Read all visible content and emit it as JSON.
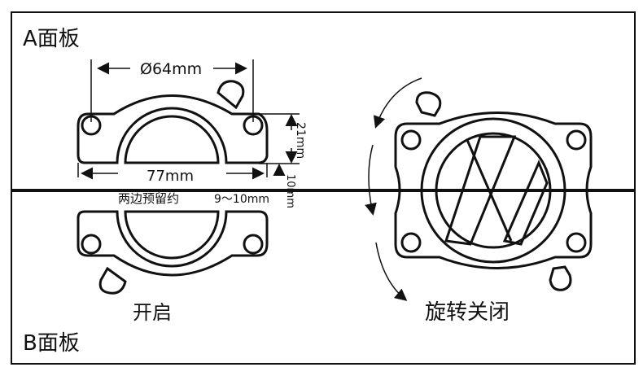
{
  "labels": {
    "panel_a": "A面板",
    "panel_b": "B面板",
    "open": "开启",
    "rotate_close": "旋转关闭"
  },
  "dimensions": {
    "diameter": "Ø64mm",
    "width": "77mm",
    "height": "21mm",
    "gap": "10mm",
    "reserve_note": "两边预留约",
    "reserve_value": "9～10mm"
  },
  "colors": {
    "line": "#111111",
    "background": "#ffffff"
  }
}
